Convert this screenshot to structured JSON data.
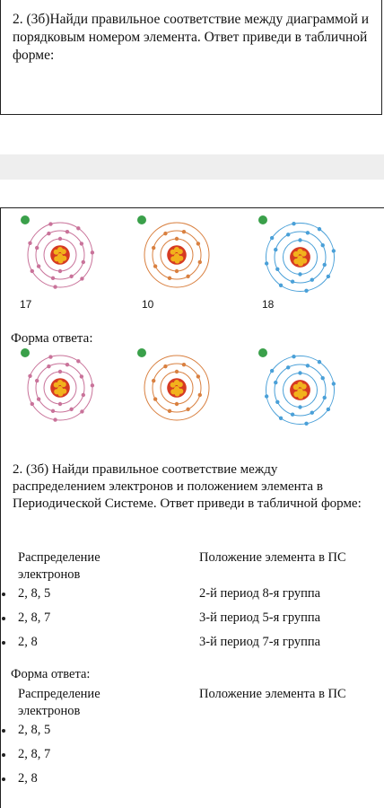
{
  "task1": {
    "title": "2. (3б)Найди правильное соответствие между диаграммой и порядковым номером элемента. Ответ приведи в табличной форме:",
    "numbers": [
      "17",
      "10",
      "18"
    ],
    "answer_label": "Форма ответа:"
  },
  "task2": {
    "title": "2. (3б) Найди правильное соответствие между распределением электронов и положением элемента в Периодической Системе. Ответ приведи в табличной форме:",
    "col1_header": "Распределение электронов",
    "col2_header": "Положение элемента в ПС",
    "rows": [
      {
        "dist": "2, 8, 5",
        "pos": "2-й период 8-я группа"
      },
      {
        "dist": "2, 8, 7",
        "pos": "3-й период 5-я группа"
      },
      {
        "dist": "2, 8",
        "pos": "3-й период 7-я группа"
      }
    ],
    "answer_label": "Форма ответа:",
    "answer_col1_header": "Распределение электронов",
    "answer_col2_header": "Положение элемента в ПС",
    "answer_rows": [
      "2, 8, 5",
      "2, 8, 7",
      "2, 8"
    ]
  },
  "colors": {
    "pink_shell": "#c9739a",
    "orange_shell": "#d98040",
    "blue_shell": "#4aa0d8",
    "nucleus_red": "#d63a22",
    "nucleus_yellow": "#f2b21c",
    "badge_green": "#3aa04a"
  },
  "icons": [
    "atom-diagram"
  ]
}
